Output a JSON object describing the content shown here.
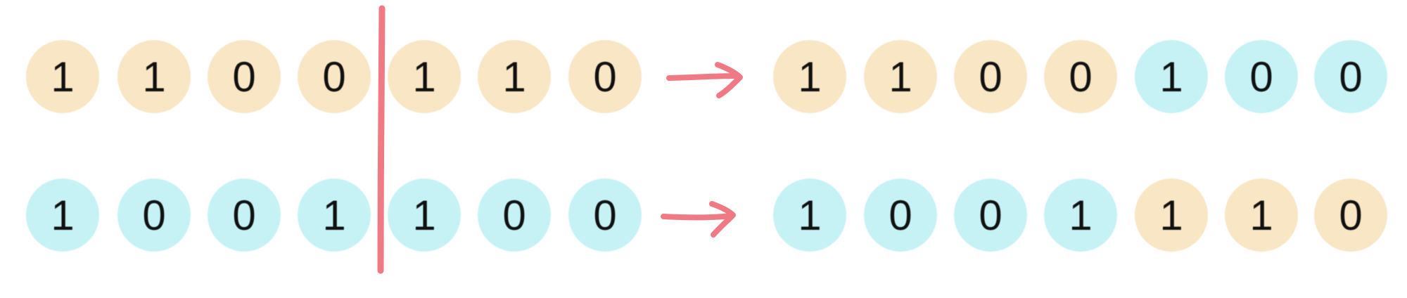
{
  "colors": {
    "parent_a": "#f8e6c5",
    "parent_b": "#c6f2f6",
    "marker": "#f07a84",
    "text": "#111111"
  },
  "parents": [
    {
      "bits": [
        {
          "value": "1",
          "group": "parent_a"
        },
        {
          "value": "1",
          "group": "parent_a"
        },
        {
          "value": "0",
          "group": "parent_a"
        },
        {
          "value": "0",
          "group": "parent_a"
        },
        {
          "value": "1",
          "group": "parent_a"
        },
        {
          "value": "1",
          "group": "parent_a"
        },
        {
          "value": "0",
          "group": "parent_a"
        }
      ]
    },
    {
      "bits": [
        {
          "value": "1",
          "group": "parent_b"
        },
        {
          "value": "0",
          "group": "parent_b"
        },
        {
          "value": "0",
          "group": "parent_b"
        },
        {
          "value": "1",
          "group": "parent_b"
        },
        {
          "value": "1",
          "group": "parent_b"
        },
        {
          "value": "0",
          "group": "parent_b"
        },
        {
          "value": "0",
          "group": "parent_b"
        }
      ]
    }
  ],
  "offspring": [
    {
      "bits": [
        {
          "value": "1",
          "group": "parent_a"
        },
        {
          "value": "1",
          "group": "parent_a"
        },
        {
          "value": "0",
          "group": "parent_a"
        },
        {
          "value": "0",
          "group": "parent_a"
        },
        {
          "value": "1",
          "group": "parent_b"
        },
        {
          "value": "0",
          "group": "parent_b"
        },
        {
          "value": "0",
          "group": "parent_b"
        }
      ]
    },
    {
      "bits": [
        {
          "value": "1",
          "group": "parent_b"
        },
        {
          "value": "0",
          "group": "parent_b"
        },
        {
          "value": "0",
          "group": "parent_b"
        },
        {
          "value": "1",
          "group": "parent_b"
        },
        {
          "value": "1",
          "group": "parent_a"
        },
        {
          "value": "1",
          "group": "parent_a"
        },
        {
          "value": "0",
          "group": "parent_a"
        }
      ]
    }
  ],
  "crossover_point": 4,
  "icons": {
    "crossover_line": "vertical-cut-line",
    "transform_arrow": "right-arrow-icon"
  }
}
